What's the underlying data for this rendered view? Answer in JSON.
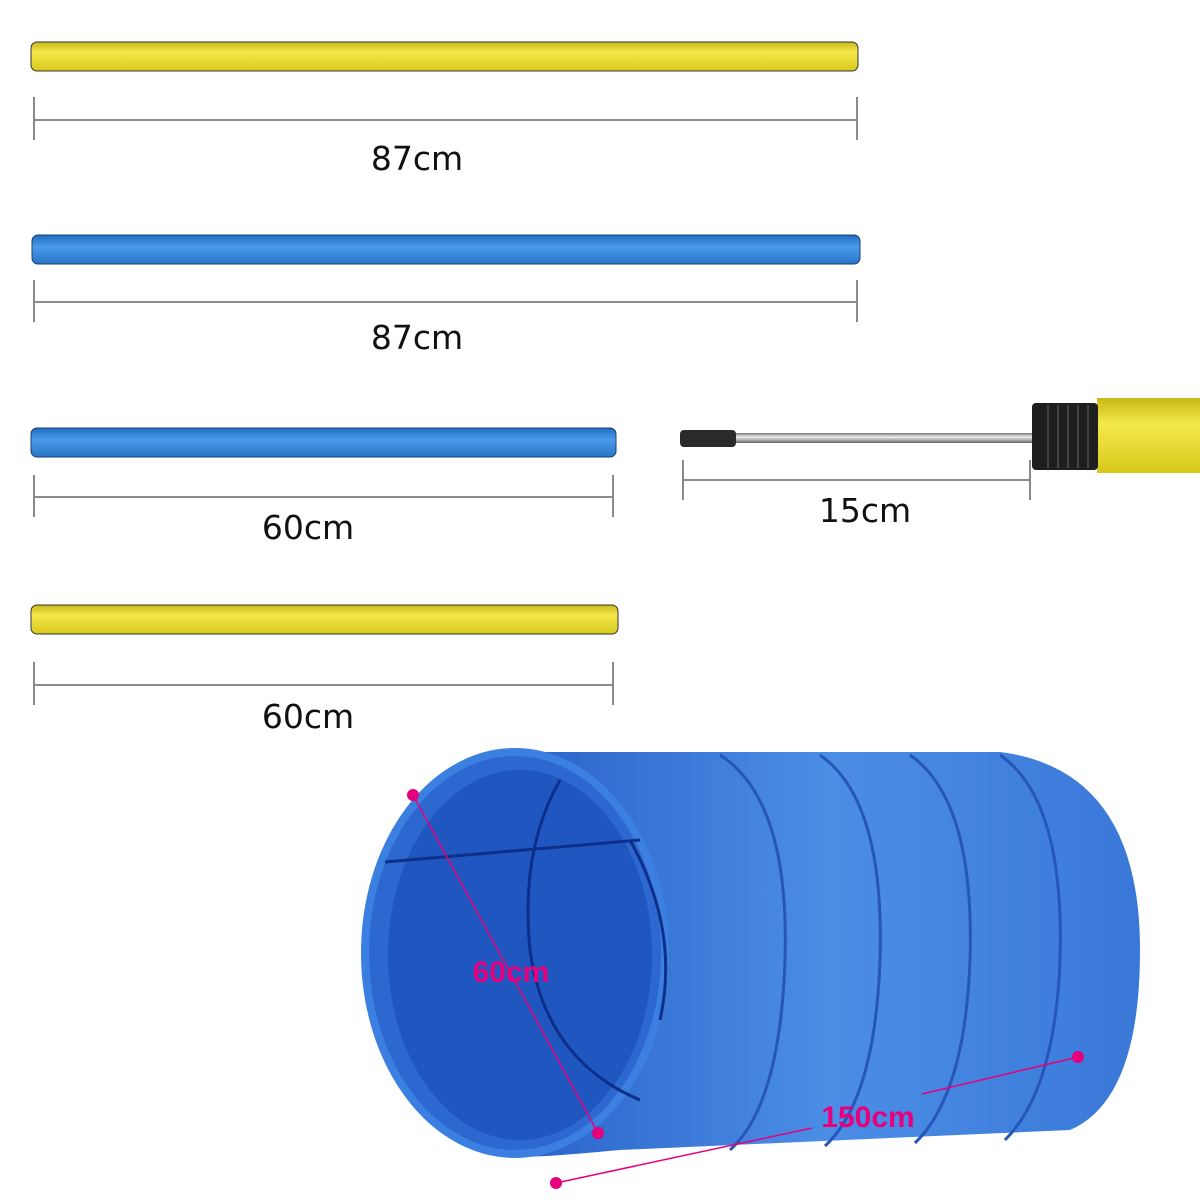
{
  "colors": {
    "yellow": "#f2e22a",
    "blue": "#3d8fe0",
    "tunnel": "#3b7fe0",
    "accent": "#e6007e",
    "line": "#8a8a8a"
  },
  "poles": [
    {
      "color": "yellow",
      "label": "87cm"
    },
    {
      "color": "blue",
      "label": "87cm"
    },
    {
      "color": "blue",
      "label": "60cm"
    },
    {
      "color": "yellow",
      "label": "60cm"
    }
  ],
  "pin": {
    "label": "15cm"
  },
  "tunnel": {
    "diameter_label": "60cm",
    "length_label": "150cm"
  }
}
